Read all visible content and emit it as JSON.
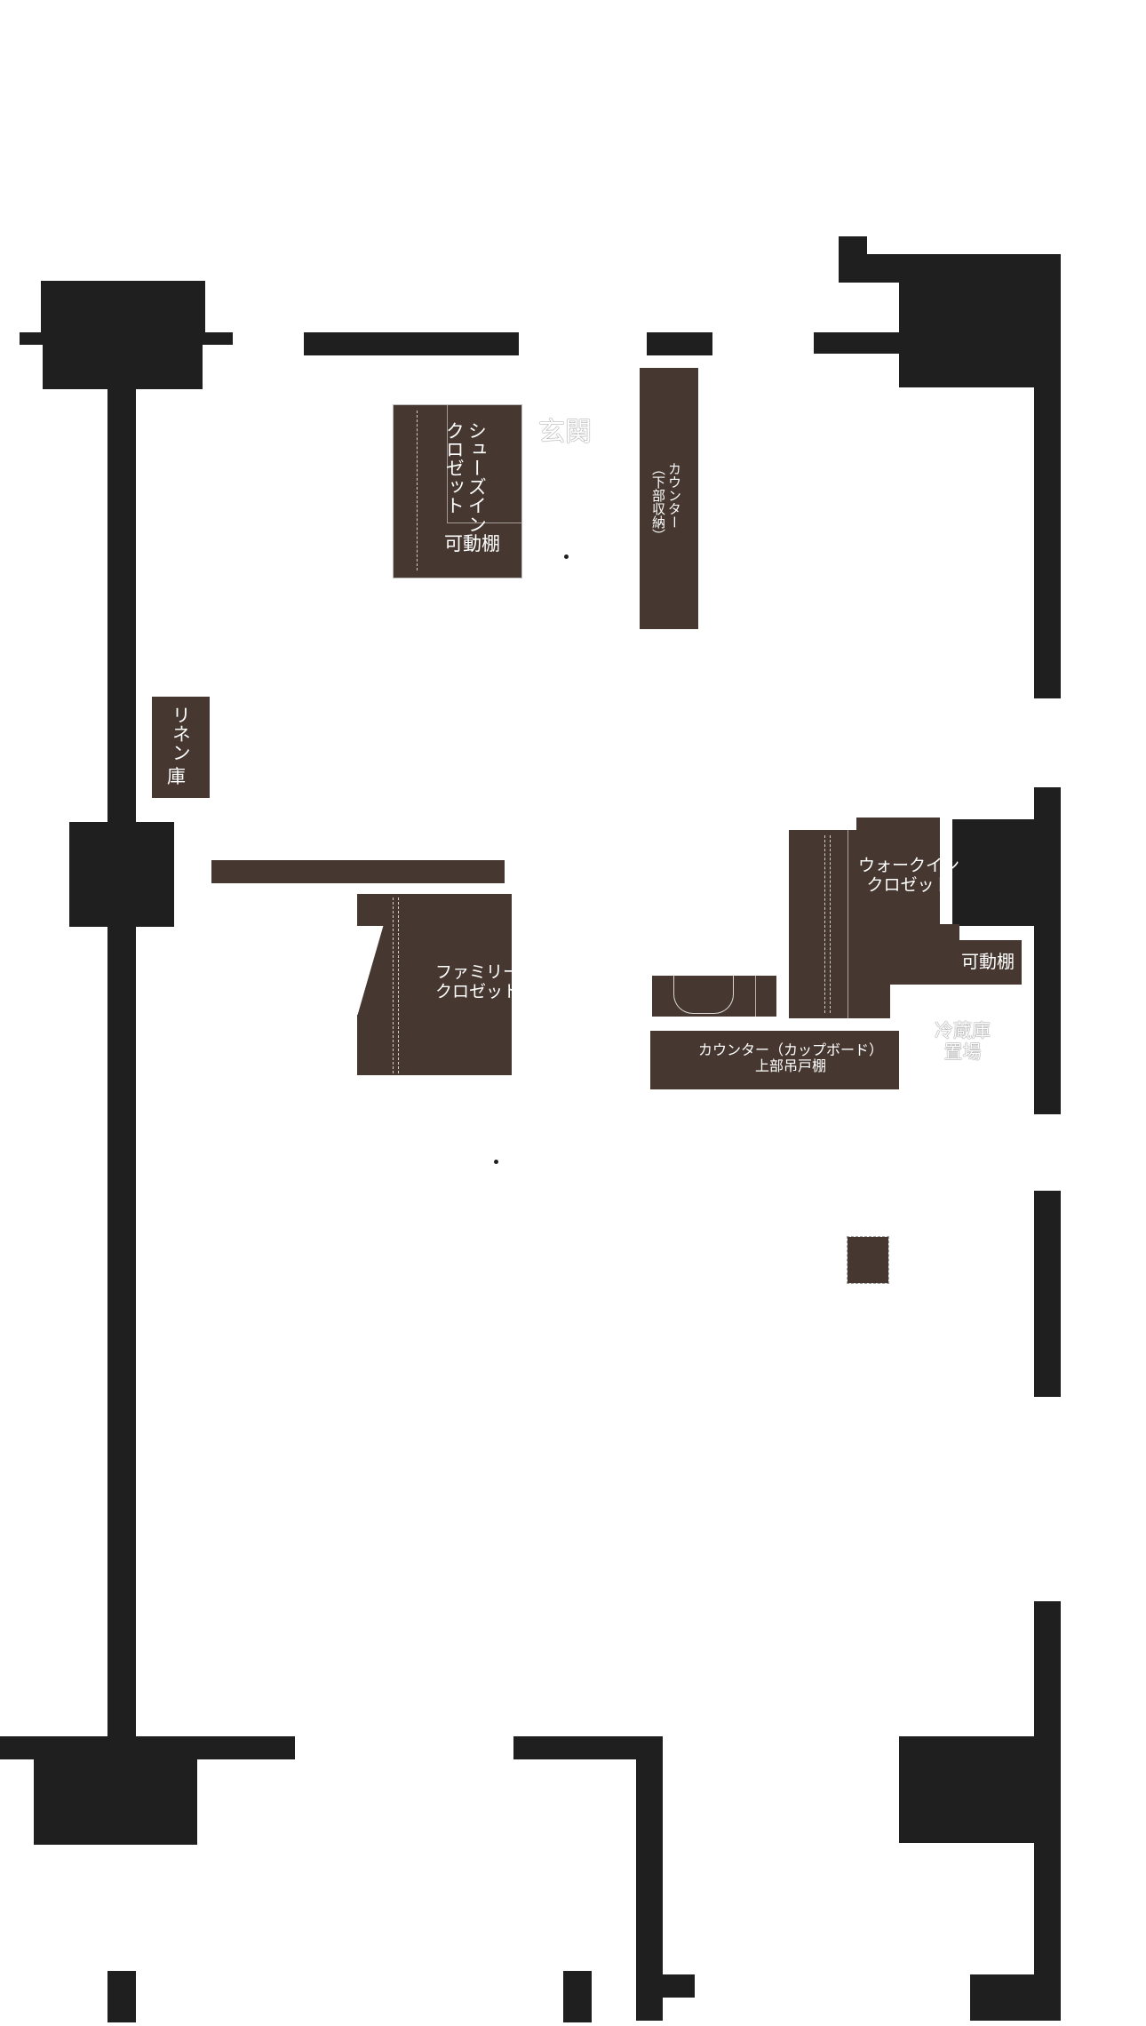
{
  "floor_plan": {
    "rooms": {
      "entrance": "玄関",
      "fridge_space": "冷蔵庫\n置場"
    },
    "storage": {
      "shoes_in_closet_a": "シューズイン",
      "shoes_in_closet_b": "クロゼット",
      "movable_shelf_1": "可動棚",
      "counter_under_a": "カウンター",
      "counter_under_b": "（下部収納）",
      "linen_storage_a": "リネン",
      "linen_storage_b": "庫",
      "family_closet": "ファミリー\nクロゼット",
      "walk_in_closet": "ウォークイン\nクロゼット",
      "movable_shelf_2": "可動棚",
      "counter_cupboard": "カウンター（カップボード）\n上部吊戸棚"
    },
    "colors": {
      "wall": "#1e1f1e",
      "storage_fill": "#463831",
      "background": "#ffffff"
    }
  }
}
